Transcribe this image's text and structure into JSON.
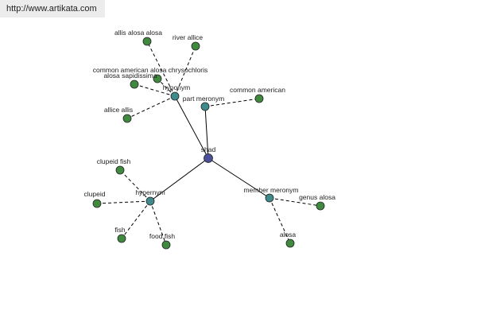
{
  "header": {
    "url": "http://www.artikata.com"
  },
  "graph": {
    "colors": {
      "root": "#4a4f9a",
      "relation": "#3f8a8a",
      "leaf": "#3f8a3f",
      "stroke": "#222222",
      "edge": "#000000"
    },
    "nodes": [
      {
        "id": "shad",
        "label": "shad",
        "kind": "root"
      },
      {
        "id": "hyponym",
        "label": "hyponym",
        "kind": "relation"
      },
      {
        "id": "part_meronym",
        "label": "part meronym",
        "kind": "relation"
      },
      {
        "id": "hypernym",
        "label": "hypernym",
        "kind": "relation"
      },
      {
        "id": "member_meronym",
        "label": "member meronym",
        "kind": "relation"
      },
      {
        "id": "allis_alosa_alosa",
        "label": "allis alosa alosa",
        "kind": "leaf"
      },
      {
        "id": "river_allice",
        "label": "river allice",
        "kind": "leaf"
      },
      {
        "id": "common_american_alosa_chrysochloris",
        "label": "common american alosa chrysochloris",
        "kind": "leaf"
      },
      {
        "id": "alosa_sapidissima",
        "label": "alosa sapidissima",
        "kind": "leaf"
      },
      {
        "id": "allice_allis",
        "label": "allice allis",
        "kind": "leaf"
      },
      {
        "id": "common_american",
        "label": "common american",
        "kind": "leaf"
      },
      {
        "id": "clupeid_fish",
        "label": "clupeid fish",
        "kind": "leaf"
      },
      {
        "id": "clupeid",
        "label": "clupeid",
        "kind": "leaf"
      },
      {
        "id": "fish",
        "label": "fish",
        "kind": "leaf"
      },
      {
        "id": "food_fish",
        "label": "food fish",
        "kind": "leaf"
      },
      {
        "id": "genus_alosa",
        "label": "genus alosa",
        "kind": "leaf"
      },
      {
        "id": "alosa",
        "label": "alosa",
        "kind": "leaf"
      }
    ],
    "edges": [
      {
        "from": "shad",
        "to": "hyponym",
        "style": "solid"
      },
      {
        "from": "shad",
        "to": "part_meronym",
        "style": "solid"
      },
      {
        "from": "shad",
        "to": "hypernym",
        "style": "solid"
      },
      {
        "from": "shad",
        "to": "member_meronym",
        "style": "solid"
      },
      {
        "from": "hyponym",
        "to": "allis_alosa_alosa",
        "style": "dashed"
      },
      {
        "from": "hyponym",
        "to": "river_allice",
        "style": "dashed"
      },
      {
        "from": "hyponym",
        "to": "common_american_alosa_chrysochloris",
        "style": "dashed"
      },
      {
        "from": "hyponym",
        "to": "alosa_sapidissima",
        "style": "dashed"
      },
      {
        "from": "hyponym",
        "to": "allice_allis",
        "style": "dashed"
      },
      {
        "from": "part_meronym",
        "to": "common_american",
        "style": "dashed"
      },
      {
        "from": "hypernym",
        "to": "clupeid_fish",
        "style": "dashed"
      },
      {
        "from": "hypernym",
        "to": "clupeid",
        "style": "dashed"
      },
      {
        "from": "hypernym",
        "to": "fish",
        "style": "dashed"
      },
      {
        "from": "hypernym",
        "to": "food_fish",
        "style": "dashed"
      },
      {
        "from": "member_meronym",
        "to": "genus_alosa",
        "style": "dashed"
      },
      {
        "from": "member_meronym",
        "to": "alosa",
        "style": "dashed"
      }
    ]
  }
}
